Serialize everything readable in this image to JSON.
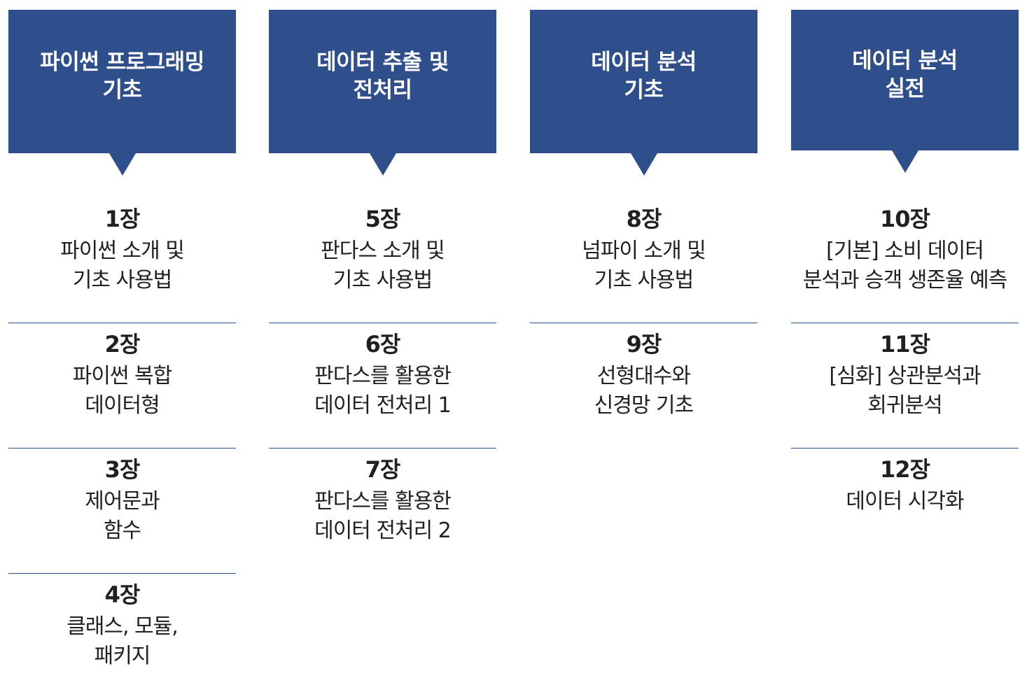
{
  "columns": [
    {
      "title": "파이썬 프로그래밍\n기초",
      "chapters": [
        {
          "num": "1장",
          "title": "파이썬 소개 및\n기초 사용법"
        },
        {
          "num": "2장",
          "title": "파이썬 복합\n데이터형"
        },
        {
          "num": "3장",
          "title": "제어문과\n함수"
        },
        {
          "num": "4장",
          "title": "클래스, 모듈,\n패키지"
        }
      ]
    },
    {
      "title": "데이터 추출 및\n전처리",
      "chapters": [
        {
          "num": "5장",
          "title": "판다스 소개 및\n기초 사용법"
        },
        {
          "num": "6장",
          "title": "판다스를 활용한\n데이터 전처리 1"
        },
        {
          "num": "7장",
          "title": "판다스를 활용한\n데이터 전처리 2"
        }
      ]
    },
    {
      "title": "데이터 분석\n기초",
      "chapters": [
        {
          "num": "8장",
          "title": "넘파이 소개 및\n기초 사용법"
        },
        {
          "num": "9장",
          "title": "선형대수와\n신경망 기초"
        }
      ]
    },
    {
      "title": "데이터 분석\n실전",
      "chapters": [
        {
          "num": "10장",
          "title": "[기본] 소비 데이터\n분석과 승객 생존율 예측"
        },
        {
          "num": "11장",
          "title": "[심화] 상관분석과\n회귀분석"
        },
        {
          "num": "12장",
          "title": "데이터 시각화"
        }
      ]
    }
  ],
  "colors": {
    "header_bg": "#2e4e8c",
    "header_text": "#ffffff",
    "body_text": "#231f20"
  }
}
